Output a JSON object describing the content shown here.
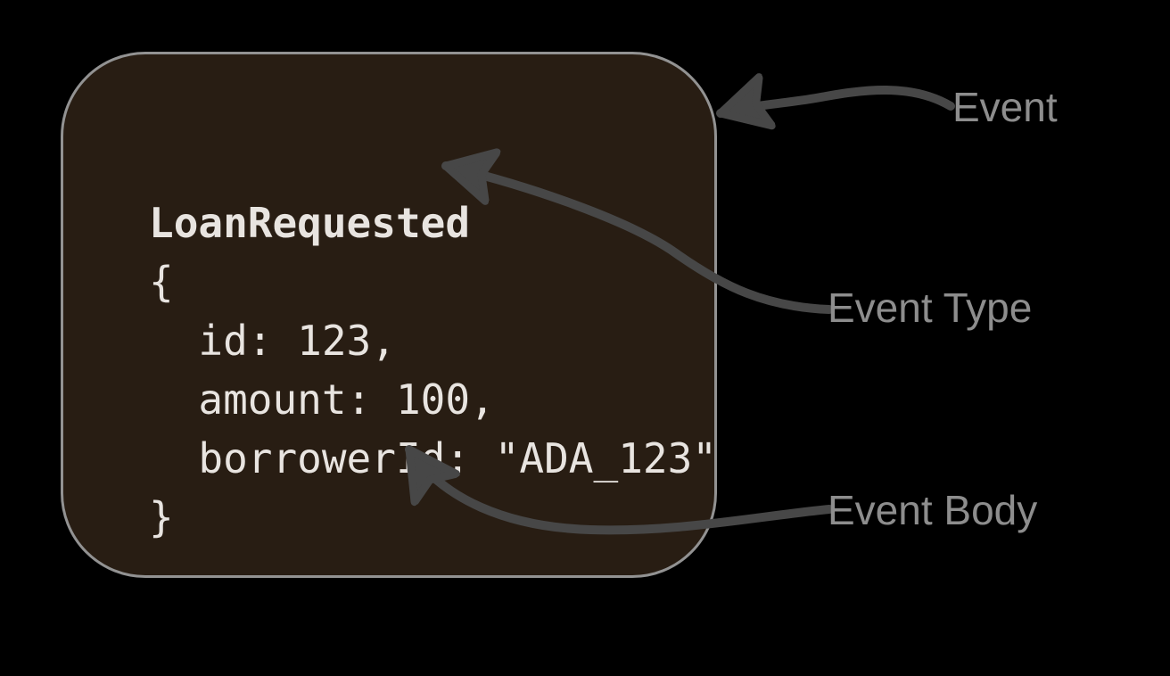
{
  "canvas": {
    "background": "#000000"
  },
  "event_box": {
    "type": "LoanRequested",
    "body": "{\n  id: 123,\n  amount: 100,\n  borrowerId: \"ADA_123\"\n}",
    "fill": "#281d13",
    "border_color": "#929292",
    "text_color": "#e8e4e0"
  },
  "annotations": {
    "event": {
      "label": "Event"
    },
    "event_type": {
      "label": "Event Type"
    },
    "event_body": {
      "label": "Event Body"
    }
  },
  "colors": {
    "arrow": "#474747",
    "label": "#8d8d8d"
  }
}
